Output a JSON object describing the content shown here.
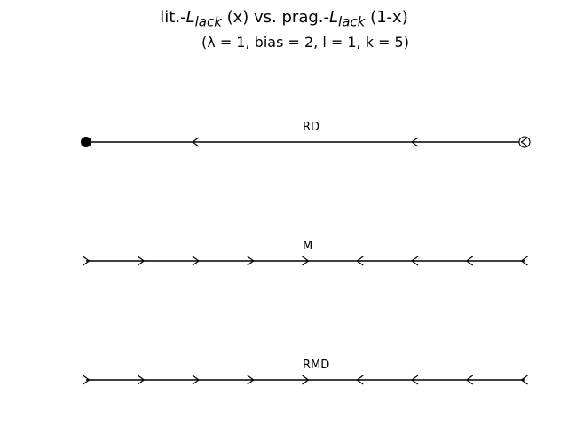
{
  "title": {
    "prefix": "lit.-",
    "l_symbol": "L",
    "l_subscript": "lack",
    "mid": " (x) vs. prag.-",
    "suffix": " (1-x)",
    "subtitle": "(λ = 1, bias = 2, l = 1, k = 5)"
  },
  "diagram": {
    "domain": [
      0,
      1
    ],
    "rows": [
      {
        "label": "RD",
        "left_endpoint": "filled-dot",
        "right_endpoint": "open-circle",
        "arrows": [
          {
            "x": 0.25,
            "direction": "left"
          },
          {
            "x": 0.75,
            "direction": "left"
          }
        ]
      },
      {
        "label": "M",
        "left_endpoint": "right-arrow",
        "right_endpoint": "left-arrow",
        "arrows": [
          {
            "x": 0.125,
            "direction": "right"
          },
          {
            "x": 0.25,
            "direction": "right"
          },
          {
            "x": 0.375,
            "direction": "right"
          },
          {
            "x": 0.5,
            "direction": "right"
          },
          {
            "x": 0.625,
            "direction": "left"
          },
          {
            "x": 0.75,
            "direction": "left"
          },
          {
            "x": 0.875,
            "direction": "left"
          }
        ]
      },
      {
        "label": "RMD",
        "left_endpoint": "right-arrow",
        "right_endpoint": "left-arrow",
        "arrows": [
          {
            "x": 0.125,
            "direction": "right"
          },
          {
            "x": 0.25,
            "direction": "right"
          },
          {
            "x": 0.375,
            "direction": "right"
          },
          {
            "x": 0.5,
            "direction": "right"
          },
          {
            "x": 0.625,
            "direction": "left"
          },
          {
            "x": 0.75,
            "direction": "left"
          },
          {
            "x": 0.875,
            "direction": "left"
          }
        ]
      }
    ]
  }
}
